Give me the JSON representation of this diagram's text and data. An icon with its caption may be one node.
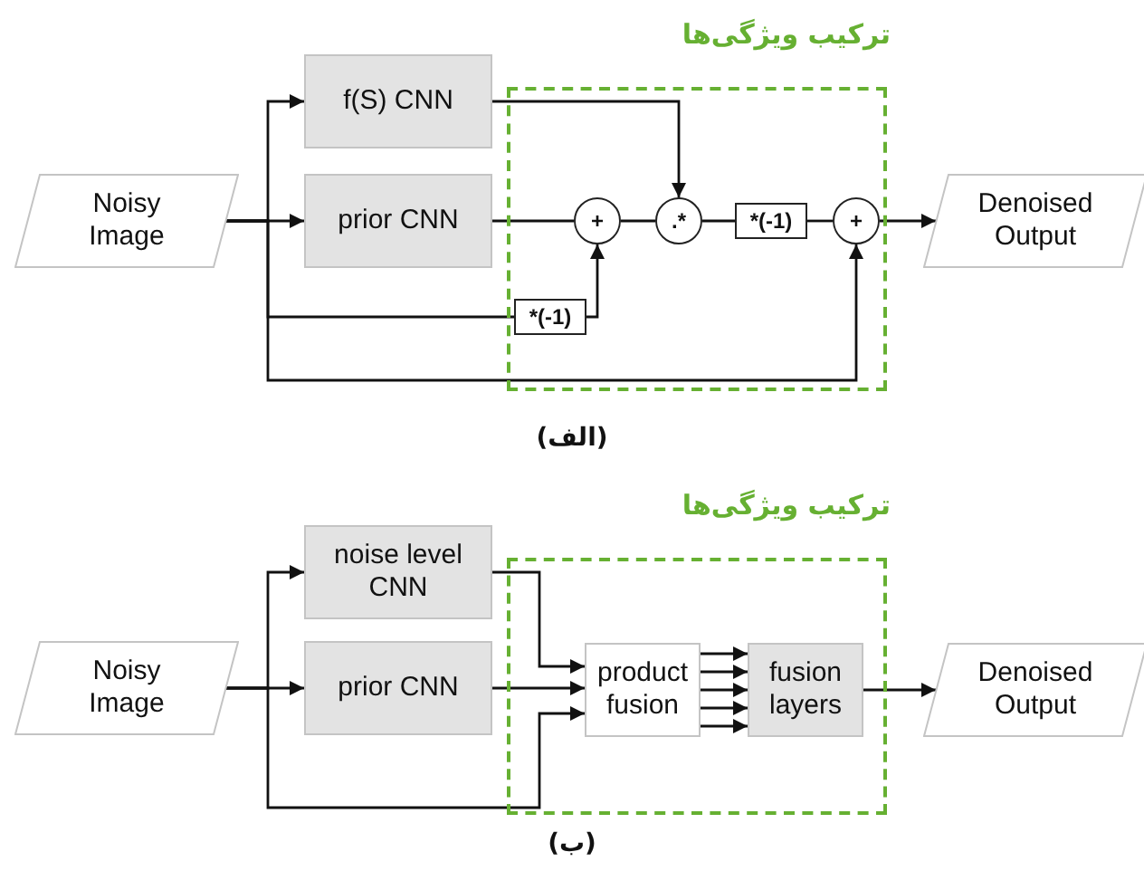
{
  "diagram": {
    "nodes": [
      {
        "text": [
          "Noisy Image"
        ]
      },
      {
        "text": [
          "f(S) CNN"
        ]
      },
      {
        "text": [
          "prior CNN"
        ]
      },
      {
        "text": [
          "ترکیب ویژگی‌ها"
        ]
      },
      {
        "text": [
          "+"
        ],
        "in": 3
      },
      {
        "text": [
          ".*"
        ],
        "in": 3
      },
      {
        "text": [
          "*(-1)"
        ],
        "in": 3
      },
      {
        "text": [
          "+"
        ],
        "in": 3
      },
      {
        "text": [
          "*(-1)"
        ],
        "in": 3
      },
      {
        "text": [
          "Denoised Output"
        ]
      },
      {
        "text": [
          "Noisy Image"
        ]
      },
      {
        "text": [
          "noise level CNN"
        ]
      },
      {
        "text": [
          "prior CNN"
        ]
      },
      {
        "text": [
          "ترکیب ویژگی‌ها"
        ]
      },
      {
        "text": [
          "product fusion"
        ],
        "in": 13
      },
      {
        "text": [
          "fusion layers"
        ],
        "in": 13
      },
      {
        "text": [
          "Denoised Output"
        ]
      }
    ],
    "edges": [
      {
        "from": 0,
        "to": 2,
        "arrow": "to"
      },
      {
        "from": 0,
        "to": 1,
        "arrow": "to"
      },
      {
        "from": 0,
        "to": 8,
        "arrow": "none"
      },
      {
        "from": 0,
        "to": 7,
        "arrow": "to"
      },
      {
        "from": 1,
        "to": 5,
        "arrow": "to"
      },
      {
        "from": 2,
        "to": 4,
        "arrow": "none"
      },
      {
        "from": 8,
        "to": 4,
        "arrow": "to"
      },
      {
        "from": 4,
        "to": 5,
        "arrow": "none"
      },
      {
        "from": 5,
        "to": 6,
        "arrow": "none"
      },
      {
        "from": 6,
        "to": 7,
        "arrow": "none"
      },
      {
        "from": 7,
        "to": 9,
        "arrow": "to"
      },
      {
        "from": 10,
        "to": 12,
        "arrow": "to"
      },
      {
        "from": 10,
        "to": 11,
        "arrow": "to"
      },
      {
        "from": 11,
        "to": 14,
        "arrow": "to"
      },
      {
        "from": 12,
        "to": 14,
        "arrow": "to"
      },
      {
        "from": 10,
        "to": 14,
        "arrow": "to"
      },
      {
        "from": 14,
        "to": 15,
        "arrow": "to"
      },
      {
        "from": 14,
        "to": 15,
        "arrow": "to"
      },
      {
        "from": 14,
        "to": 15,
        "arrow": "to"
      },
      {
        "from": 14,
        "to": 15,
        "arrow": "to"
      },
      {
        "from": 14,
        "to": 15,
        "arrow": "to"
      },
      {
        "from": 15,
        "to": 16,
        "arrow": "to"
      }
    ],
    "labels": [
      "(الف)",
      "(ب)"
    ]
  }
}
